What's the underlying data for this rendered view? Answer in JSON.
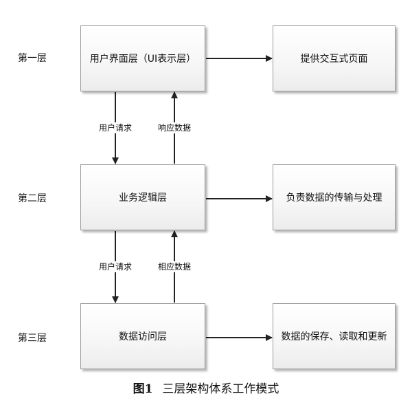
{
  "layers": [
    {
      "label": "第一层",
      "main_box": "用户界面层（UI表示层）",
      "side_box": "提供交互式页面"
    },
    {
      "label": "第二层",
      "main_box": "业务逻辑层",
      "side_box": "负责数据的传输与处理"
    },
    {
      "label": "第三层",
      "main_box": "数据访问层",
      "side_box": "数据的保存、读取和更新"
    }
  ],
  "edges": {
    "l1_to_l2_down": "用户请求",
    "l2_to_l1_up": "响应数据",
    "l2_to_l3_down": "用户请求",
    "l3_to_l2_up": "相应数据"
  },
  "caption": {
    "number": "图1",
    "title": "三层架构体系工作模式"
  }
}
